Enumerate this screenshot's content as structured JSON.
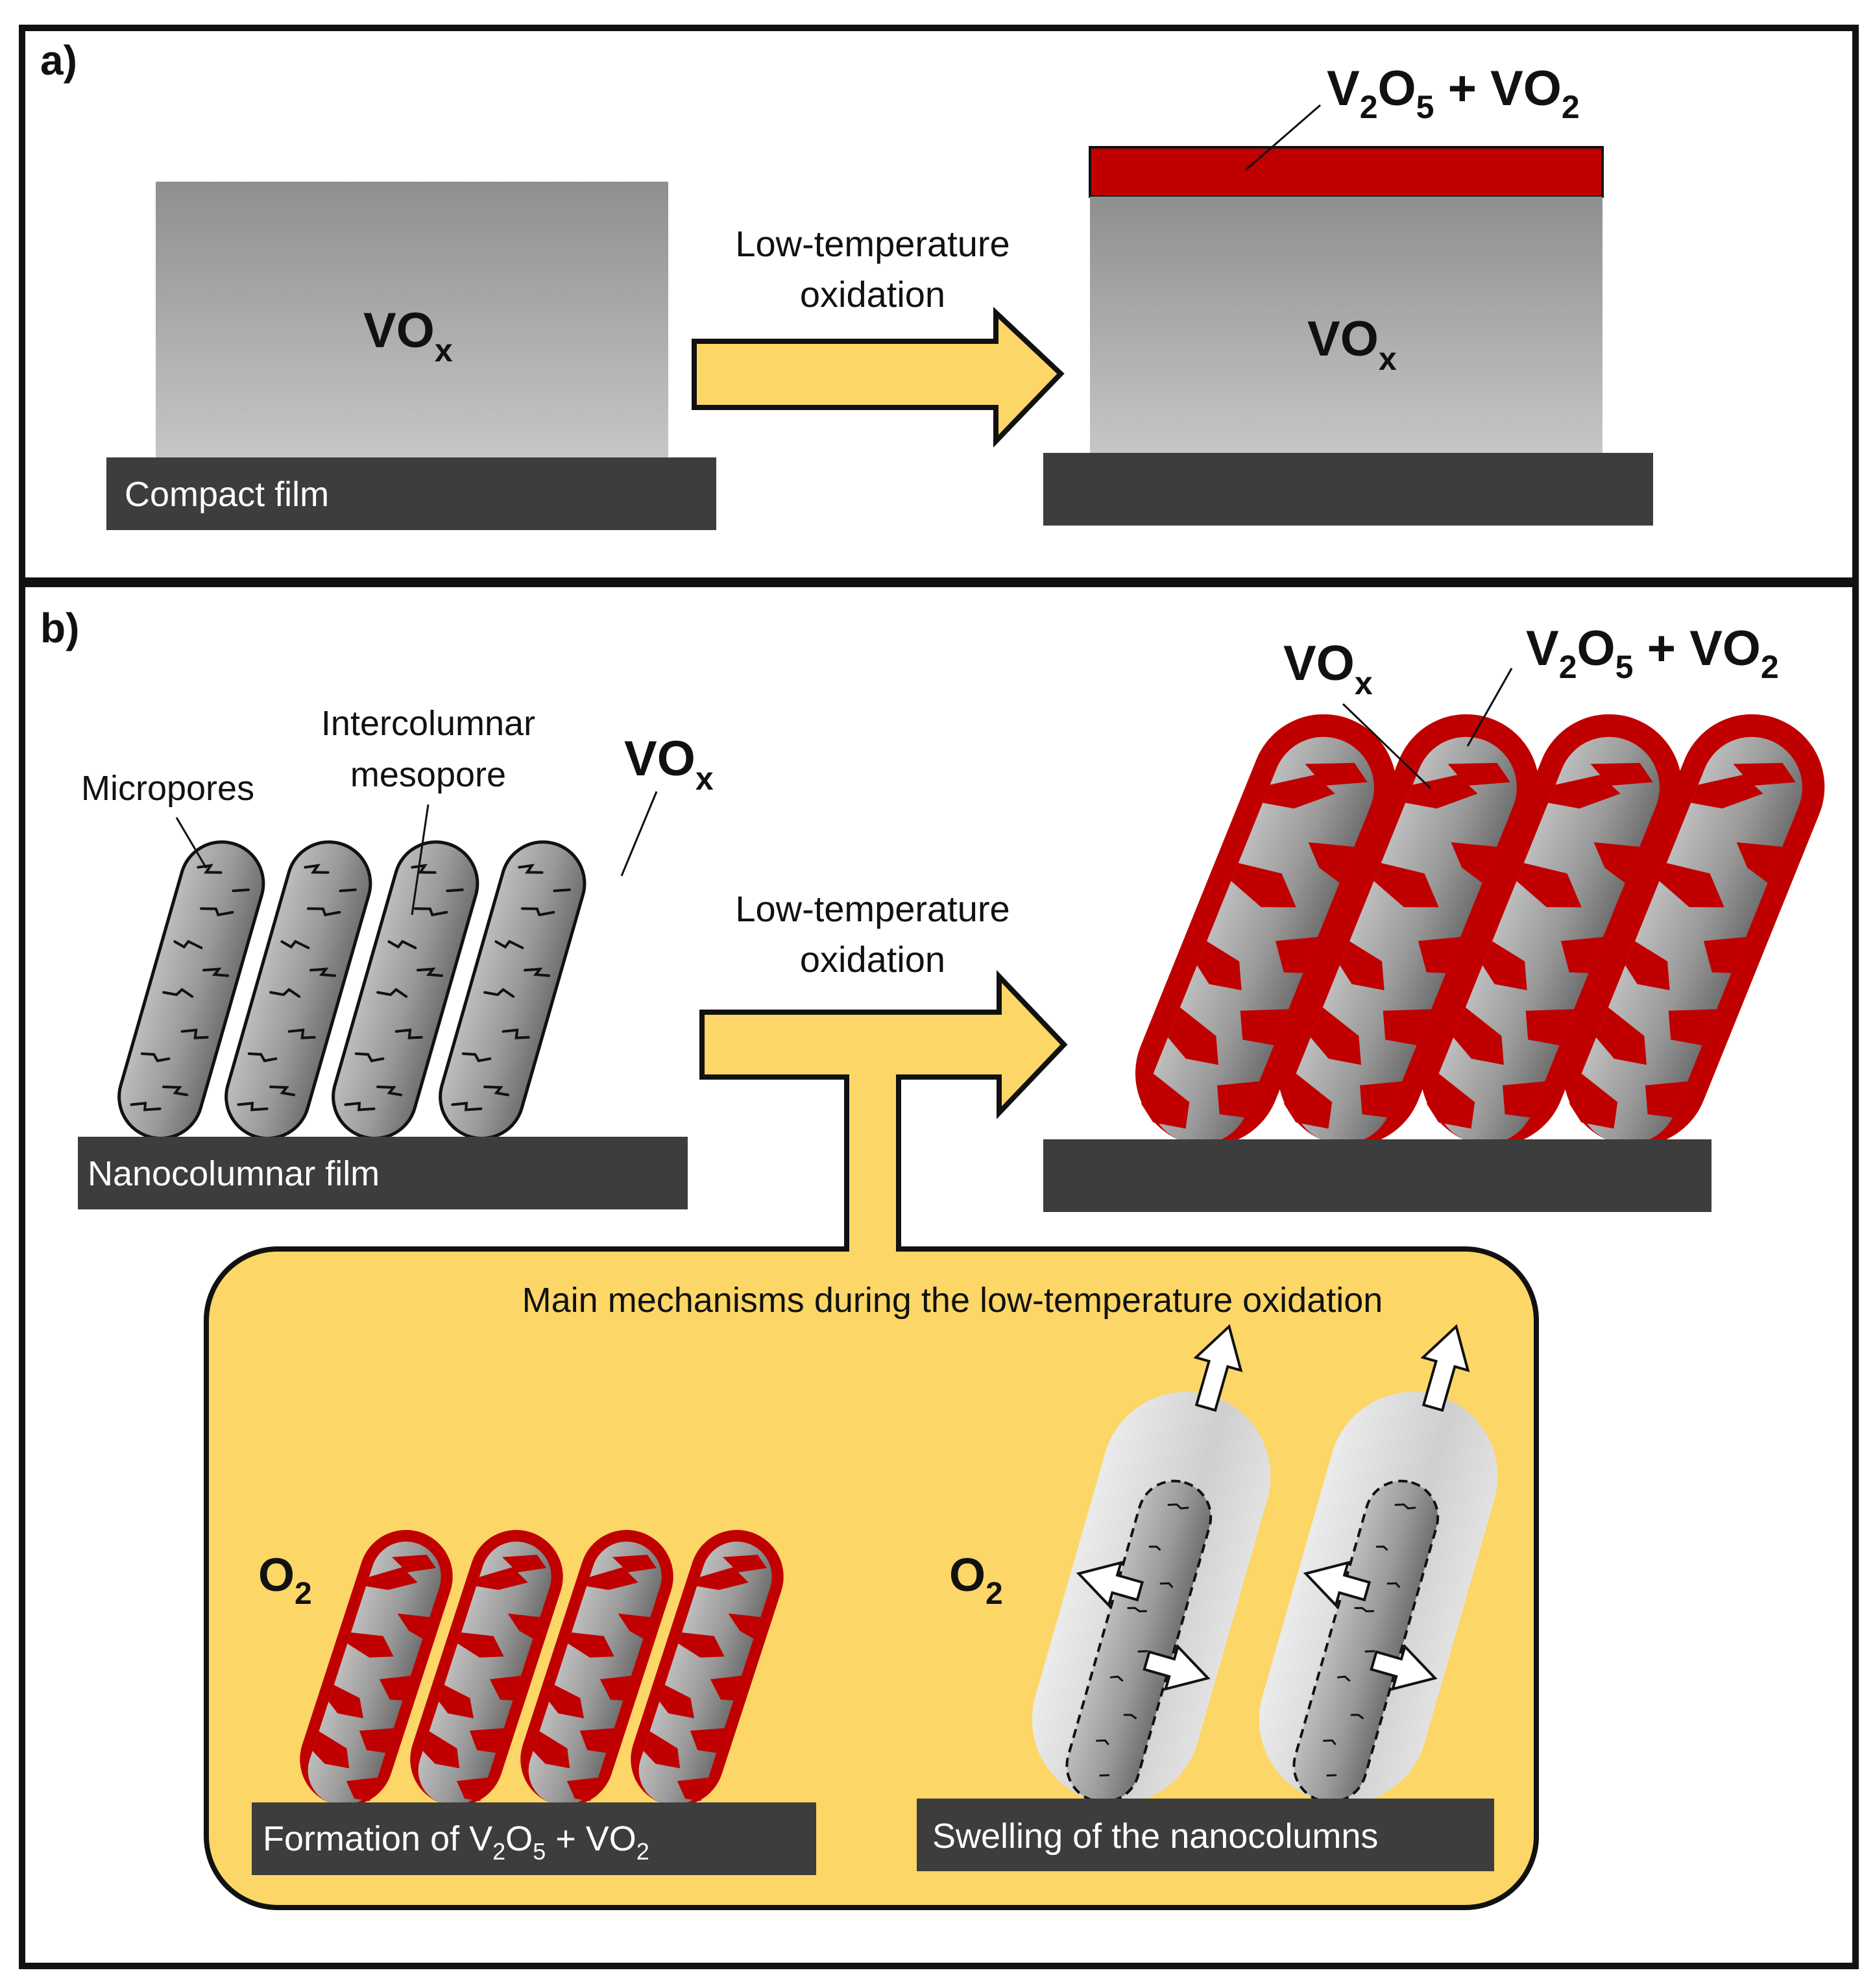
{
  "panels": {
    "a": {
      "label": "a)",
      "compact_film": "Compact film",
      "vox": {
        "base": "VO",
        "sub": "x"
      },
      "arrow": {
        "line1": "Low-temperature",
        "line2": "oxidation"
      },
      "layer": {
        "a": "V",
        "a_sub": "2",
        "b": "O",
        "b_sub": "5",
        "c": " + VO",
        "c_sub": "2"
      }
    },
    "b": {
      "label": "b)",
      "micropores": "Micropores",
      "intercolumnar_1": "Intercolumnar",
      "intercolumnar_2": "mesopore",
      "vox": {
        "base": "VO",
        "sub": "x"
      },
      "nanocolumnar_film": "Nanocolumnar film",
      "arrow": {
        "line1": "Low-temperature",
        "line2": "oxidation"
      },
      "layer": {
        "a": "V",
        "a_sub": "2",
        "b": "O",
        "b_sub": "5",
        "c": " + VO",
        "c_sub": "2"
      },
      "mechanisms": {
        "title": "Main mechanisms during the low-temperature oxidation",
        "o2": {
          "base": "O",
          "sub": "2"
        },
        "formation": {
          "a": "Formation of V",
          "a_sub": "2",
          "b": "O",
          "b_sub": "5",
          "c": " + VO",
          "c_sub": "2"
        },
        "swelling": "Swelling of the nanocolumns"
      }
    }
  },
  "colors": {
    "frame": "#111111",
    "vox_top": "#8f8f8f",
    "vox_bottom": "#c6c6c6",
    "substrate": "#3d3d3d",
    "oxide_red": "#c00000",
    "arrow_fill": "#fcd667",
    "box_fill": "#fcd667",
    "halo": "#dcdcdc"
  }
}
